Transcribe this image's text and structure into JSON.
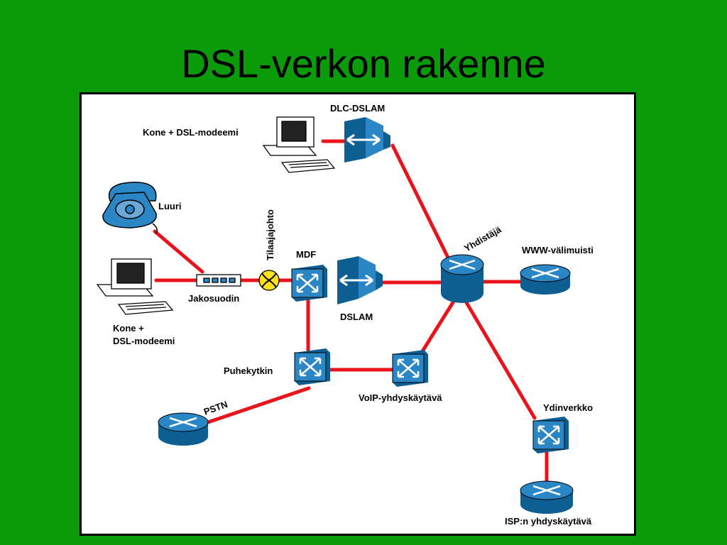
{
  "title": "DSL-verkon rakenne",
  "labels": {
    "dlc_dslam": "DLC-DSLAM",
    "kone_top": "Kone + DSL-modeemi",
    "luuri": "Luuri",
    "tilaajajohto": "Tilaajajohto",
    "mdf": "MDF",
    "yhdistaja": "Yhdistäjä",
    "www": "WWW-välimuisti",
    "jakosuodin": "Jakosuodin",
    "dslam": "DSLAM",
    "kone_left_1": "Kone +",
    "kone_left_2": "DSL-modeemi",
    "puhekytkin": "Puhekytkin",
    "voip": "VoIP-yhdyskäytävä",
    "pstn": "PSTN",
    "ydinverkko": "Ydinverkko",
    "isp": "ISP:n yhdyskäytävä"
  },
  "colors": {
    "background": "#0a9a0a",
    "link": "#e8141c",
    "device_blue": "#2a86c4",
    "device_dark": "#0d5e93"
  }
}
